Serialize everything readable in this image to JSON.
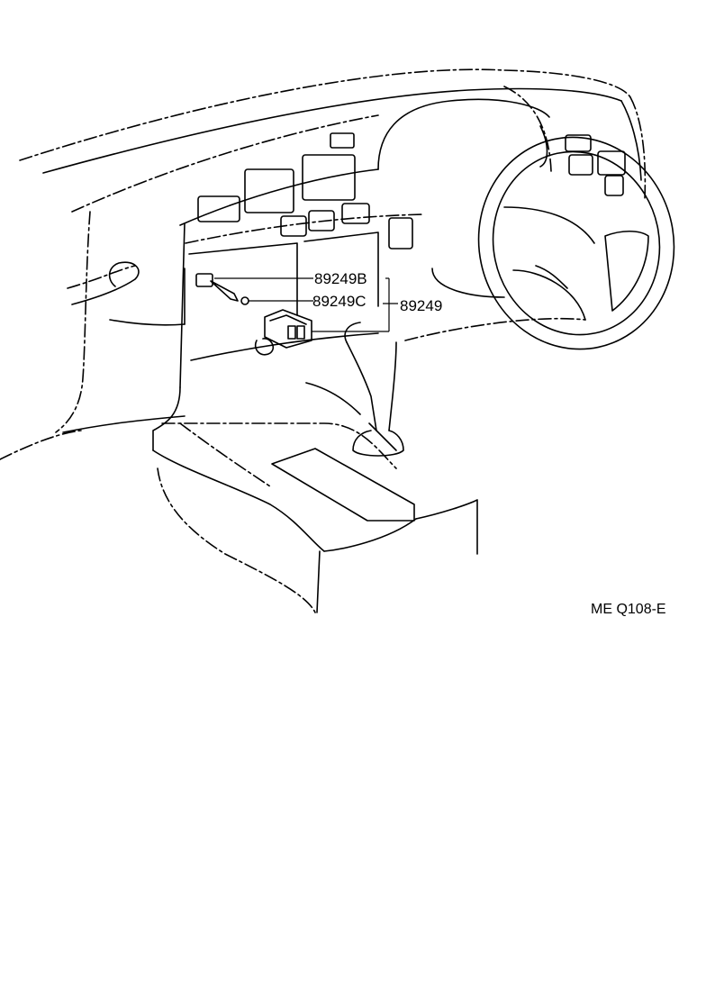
{
  "parts": {
    "part_b": "89249B",
    "part_c": "89249C",
    "part_main": "89249"
  },
  "figure_code": "ME Q108-E"
}
